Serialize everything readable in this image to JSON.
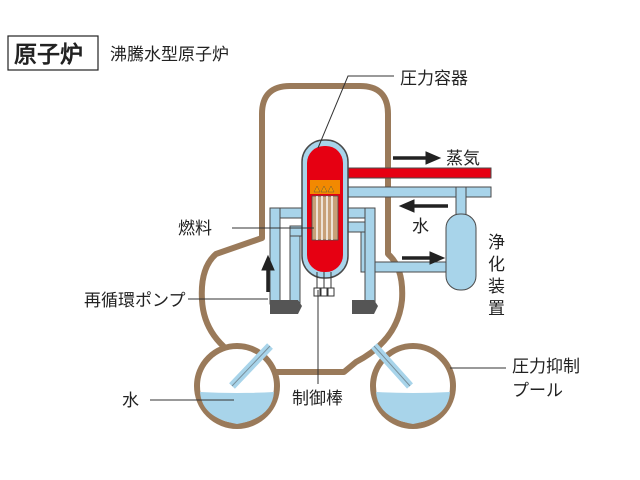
{
  "header": {
    "badge": "原子炉",
    "subtitle": "沸騰水型原子炉"
  },
  "labels": {
    "pressure_vessel": "圧力容器",
    "steam": "蒸気",
    "water_return": "水",
    "fuel": "燃料",
    "purifier": "浄化装置",
    "recirc_pump": "再循環ポンプ",
    "control_rods": "制御棒",
    "water_pool": "水",
    "suppression_pool_1": "圧力抑制",
    "suppression_pool_2": "プール"
  },
  "colors": {
    "containment": "#9a7a5a",
    "containment_inner": "#ffffff",
    "pipe": "#a8d4ea",
    "pipe_edge": "#4a4a4a",
    "core_hot": "#e60012",
    "core_glow": "#f39800",
    "fuel_rod": "#c8a078",
    "steam_pipe": "#e60012",
    "pump": "#555555",
    "pool_water": "#a8d4ea",
    "arrow": "#222222"
  },
  "icons": {
    "steam_arrow": "right-arrow",
    "water_arrow": "left-arrow",
    "purifier_arrow": "right-arrow",
    "flow_arrow": "up-arrow"
  }
}
